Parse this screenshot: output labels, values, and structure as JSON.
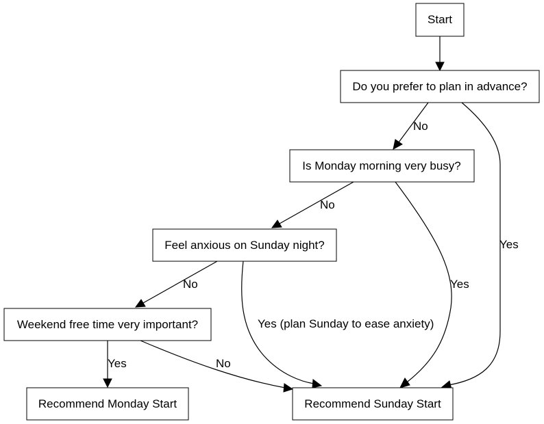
{
  "nodes": {
    "start": "Start",
    "plan_advance": "Do you prefer to plan in advance?",
    "monday_busy": "Is Monday morning very busy?",
    "sunday_anxious": "Feel anxious on Sunday night?",
    "weekend_free": "Weekend free time very important?",
    "rec_monday": "Recommend Monday Start",
    "rec_sunday": "Recommend Sunday Start"
  },
  "edges": {
    "plan_no": "No",
    "plan_yes": "Yes",
    "monday_no": "No",
    "monday_yes": "Yes",
    "anxious_no": "No",
    "anxious_yes": "Yes (plan Sunday to ease anxiety)",
    "weekend_yes": "Yes",
    "weekend_no": "No"
  }
}
